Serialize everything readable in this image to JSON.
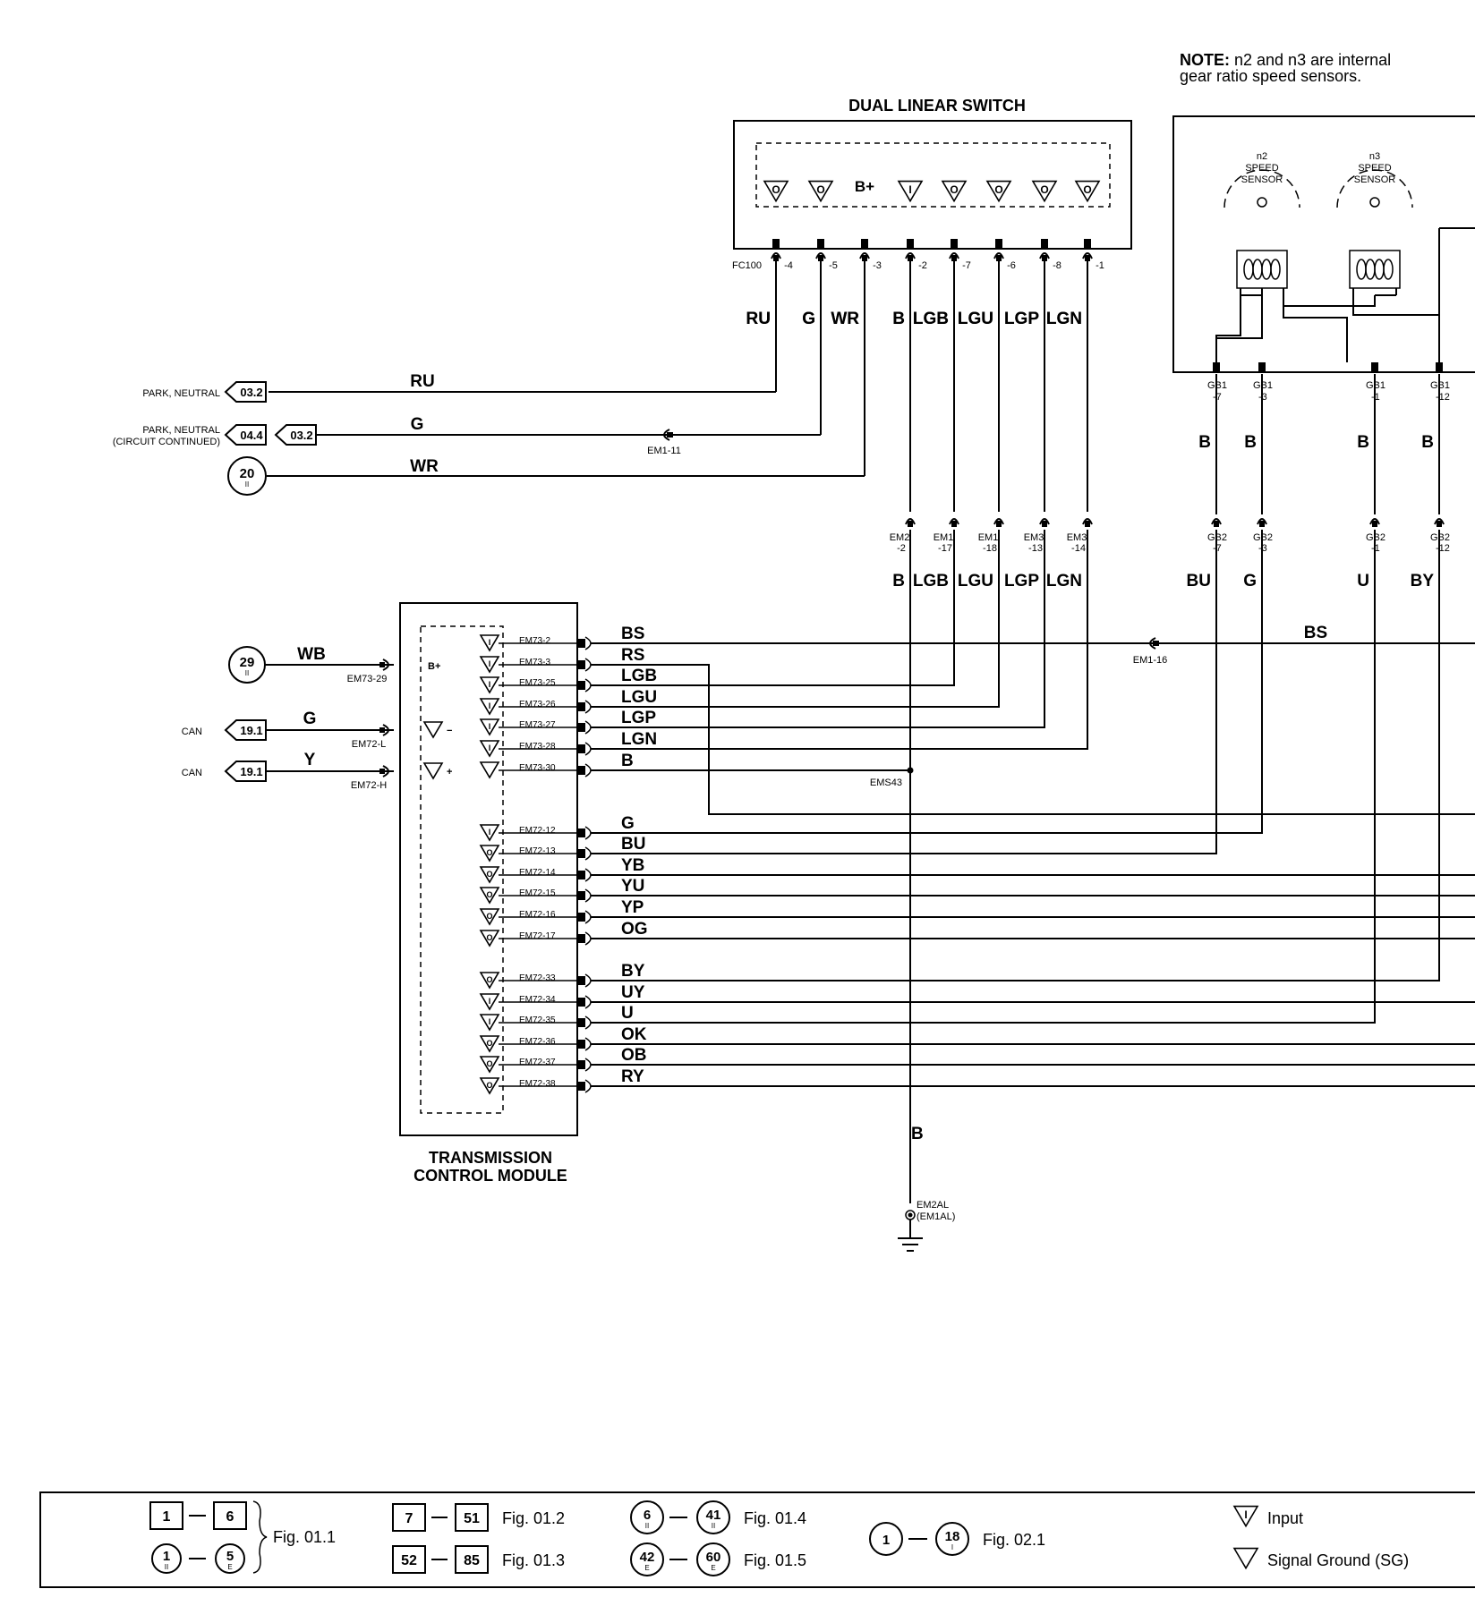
{
  "note": {
    "bold": "NOTE:",
    "line1": "n2 and n3 are internal",
    "line2": "gear ratio speed sensors."
  },
  "dual_linear_switch": {
    "title": "DUAL LINEAR SWITCH",
    "connector": "FC100",
    "supply_label": "B+",
    "pins": [
      "-4",
      "-5",
      "-3",
      "-2",
      "-7",
      "-6",
      "-8",
      "-1"
    ],
    "wire_colors": [
      "RU",
      "G",
      "WR",
      "B",
      "LGB",
      "LGU",
      "LGP",
      "LGN"
    ]
  },
  "speed_sensors": {
    "n2": [
      "n2",
      "SPEED",
      "SENSOR"
    ],
    "n3": [
      "n3",
      "SPEED",
      "SENSOR"
    ],
    "gb1_connectors": [
      [
        "GB1",
        "-7"
      ],
      [
        "GB1",
        "-3"
      ],
      [
        "GB1",
        "-1"
      ],
      [
        "GB1",
        "-12"
      ]
    ],
    "gb1_wire_colors": [
      "B",
      "B",
      "B",
      "B"
    ],
    "gb2_connectors": [
      [
        "GB2",
        "-7"
      ],
      [
        "GB2",
        "-3"
      ],
      [
        "GB2",
        "-1"
      ],
      [
        "GB2",
        "-12"
      ]
    ],
    "gb2_wire_colors": [
      "BU",
      "G",
      "U",
      "BY"
    ]
  },
  "switch_wires": [
    {
      "wire": "RU",
      "ref": "03.2",
      "ref2": "",
      "label": "PARK, NEUTRAL",
      "label2": ""
    },
    {
      "wire": "G",
      "ref": "04.4",
      "ref2": "03.2",
      "label": "PARK, NEUTRAL",
      "label2": "(CIRCUIT CONTINUED)",
      "splice": "EM1-11"
    },
    {
      "wire": "WR",
      "ref": "20",
      "ref_sub": "II"
    }
  ],
  "inline_connectors": {
    "top": [
      [
        "EM2",
        "-2"
      ],
      [
        "EM1",
        "-17"
      ],
      [
        "EM1",
        "-18"
      ],
      [
        "EM3",
        "-13"
      ],
      [
        "EM3",
        "-14"
      ]
    ],
    "wire_colors": [
      "B",
      "LGB",
      "LGU",
      "LGP",
      "LGN"
    ]
  },
  "tcm": {
    "title_line1": "TRANSMISSION",
    "title_line2": "CONTROL MODULE",
    "left_inputs": [
      {
        "ref": "29",
        "ref_sub": "II",
        "wire": "WB",
        "pin": "EM73-29",
        "inner": "B+"
      },
      {
        "label": "CAN",
        "ref": "19.1",
        "wire": "G",
        "pin": "EM72-L",
        "inner": "−"
      },
      {
        "label": "CAN",
        "ref": "19.1",
        "wire": "Y",
        "pin": "EM72-H",
        "inner": "+"
      }
    ],
    "pins": [
      {
        "pin": "EM73-2",
        "wire": "BS"
      },
      {
        "pin": "EM73-3",
        "wire": "RS"
      },
      {
        "pin": "EM73-25",
        "wire": "LGB"
      },
      {
        "pin": "EM73-26",
        "wire": "LGU"
      },
      {
        "pin": "EM73-27",
        "wire": "LGP"
      },
      {
        "pin": "EM73-28",
        "wire": "LGN"
      },
      {
        "pin": "EM73-30",
        "wire": "B"
      },
      {
        "pin": "EM72-12",
        "wire": "G"
      },
      {
        "pin": "EM72-13",
        "wire": "BU"
      },
      {
        "pin": "EM72-14",
        "wire": "YB"
      },
      {
        "pin": "EM72-15",
        "wire": "YU"
      },
      {
        "pin": "EM72-16",
        "wire": "YP"
      },
      {
        "pin": "EM72-17",
        "wire": "OG"
      },
      {
        "pin": "EM72-33",
        "wire": "BY"
      },
      {
        "pin": "EM72-34",
        "wire": "UY"
      },
      {
        "pin": "EM72-35",
        "wire": "U"
      },
      {
        "pin": "EM72-36",
        "wire": "OK"
      },
      {
        "pin": "EM72-37",
        "wire": "OB"
      },
      {
        "pin": "EM72-38",
        "wire": "RY"
      }
    ]
  },
  "bs_splice": "EM1-16",
  "bs_wire_right": "BS",
  "ground": {
    "splice": "EMS43",
    "wire": "B",
    "point": "EM2AL",
    "point_alt": "(EM1AL)"
  },
  "legend": {
    "items": [
      {
        "a": "1",
        "b": "6",
        "c": "1",
        "c_sub": "II",
        "d": "5",
        "d_sub": "E",
        "fig": "Fig. 01.1"
      },
      {
        "a": "7",
        "b": "51",
        "fig": "Fig. 01.2"
      },
      {
        "a": "52",
        "b": "85",
        "fig": "Fig. 01.3"
      },
      {
        "a": "6",
        "a_sub": "II",
        "b": "41",
        "b_sub": "II",
        "fig": "Fig. 01.4"
      },
      {
        "a": "42",
        "a_sub": "E",
        "b": "60",
        "b_sub": "E",
        "fig": "Fig. 01.5"
      },
      {
        "a": "1",
        "b": "18",
        "b_sub": "I",
        "fig": "Fig. 02.1"
      }
    ],
    "symbols": [
      "Input",
      "Signal Ground (SG)"
    ]
  }
}
